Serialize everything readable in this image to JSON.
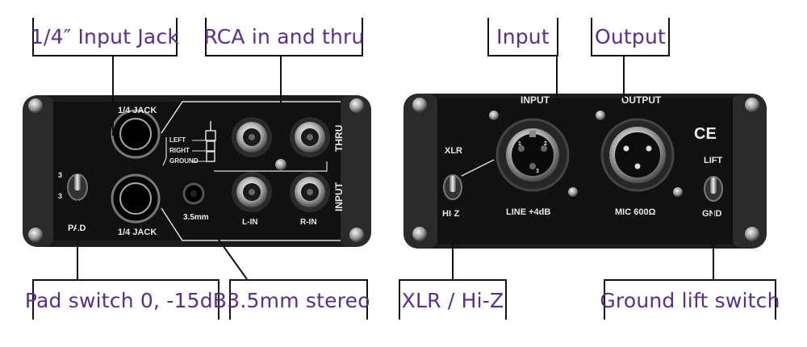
{
  "callouts": {
    "jack": "1/4″ Input Jack",
    "rca": "RCA in and thru",
    "pad": "Pad switch 0, -15dB",
    "stereo": "3.5mm stereo",
    "input": "Input",
    "output": "Output",
    "xlr_hiz": "XLR / Hi-Z",
    "ground": "Ground lift switch"
  },
  "left_panel": {
    "jack_top": "1/4 JACK",
    "jack_bottom": "1/4 JACK",
    "left": "LEFT",
    "right": "RIGHT",
    "ground": "GROUND",
    "mini": "3.5mm",
    "lin": "L-IN",
    "rin": "R-IN",
    "input_vert": "INPUT",
    "thru_vert": "THRU",
    "pad": "PAD",
    "pad_mark_top": "3",
    "pad_mark_bottom": "3"
  },
  "right_panel": {
    "input": "INPUT",
    "output": "OUTPUT",
    "xlr": "XLR",
    "hiz": "HI-Z",
    "line": "LINE +4dB",
    "mic": "MIC 600Ω",
    "ce": "CE",
    "lift": "LIFT",
    "gnd": "GND",
    "pin1": "1",
    "pin2": "2",
    "pin3": "3"
  }
}
